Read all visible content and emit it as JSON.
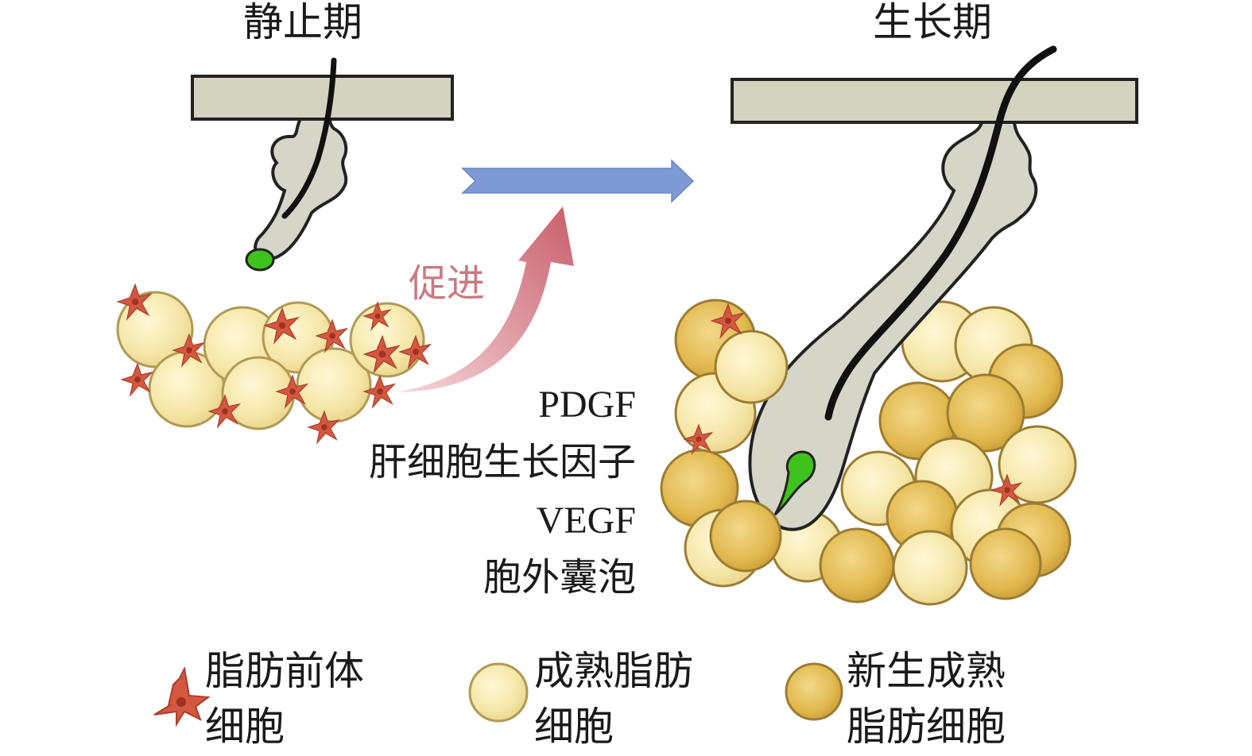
{
  "stages": {
    "left": "静止期",
    "right": "生长期"
  },
  "arrow_label": "促进",
  "factors": [
    "PDGF",
    "肝细胞生长因子",
    "VEGF",
    "胞外囊泡"
  ],
  "legend": [
    {
      "line1": "脂肪前体",
      "line2": "细胞",
      "icon": "preadipocyte-star"
    },
    {
      "line1": "成熟脂肪",
      "line2": "细胞",
      "icon": "pale-yellow-cell"
    },
    {
      "line1": "新生成熟",
      "line2": "脂肪细胞",
      "icon": "golden-cell"
    }
  ],
  "colors": {
    "skin": "#d4d3c0",
    "follicle": "#d6d6c8",
    "hair": "#111111",
    "papilla": "#3ec21c",
    "mature_cell": "#f6e7a8",
    "new_cell": "#e2b94e",
    "preadipocyte": "#d4573f",
    "horizontal_arrow": "#7f9bd6",
    "promote_arrow": "#cf6e78"
  }
}
